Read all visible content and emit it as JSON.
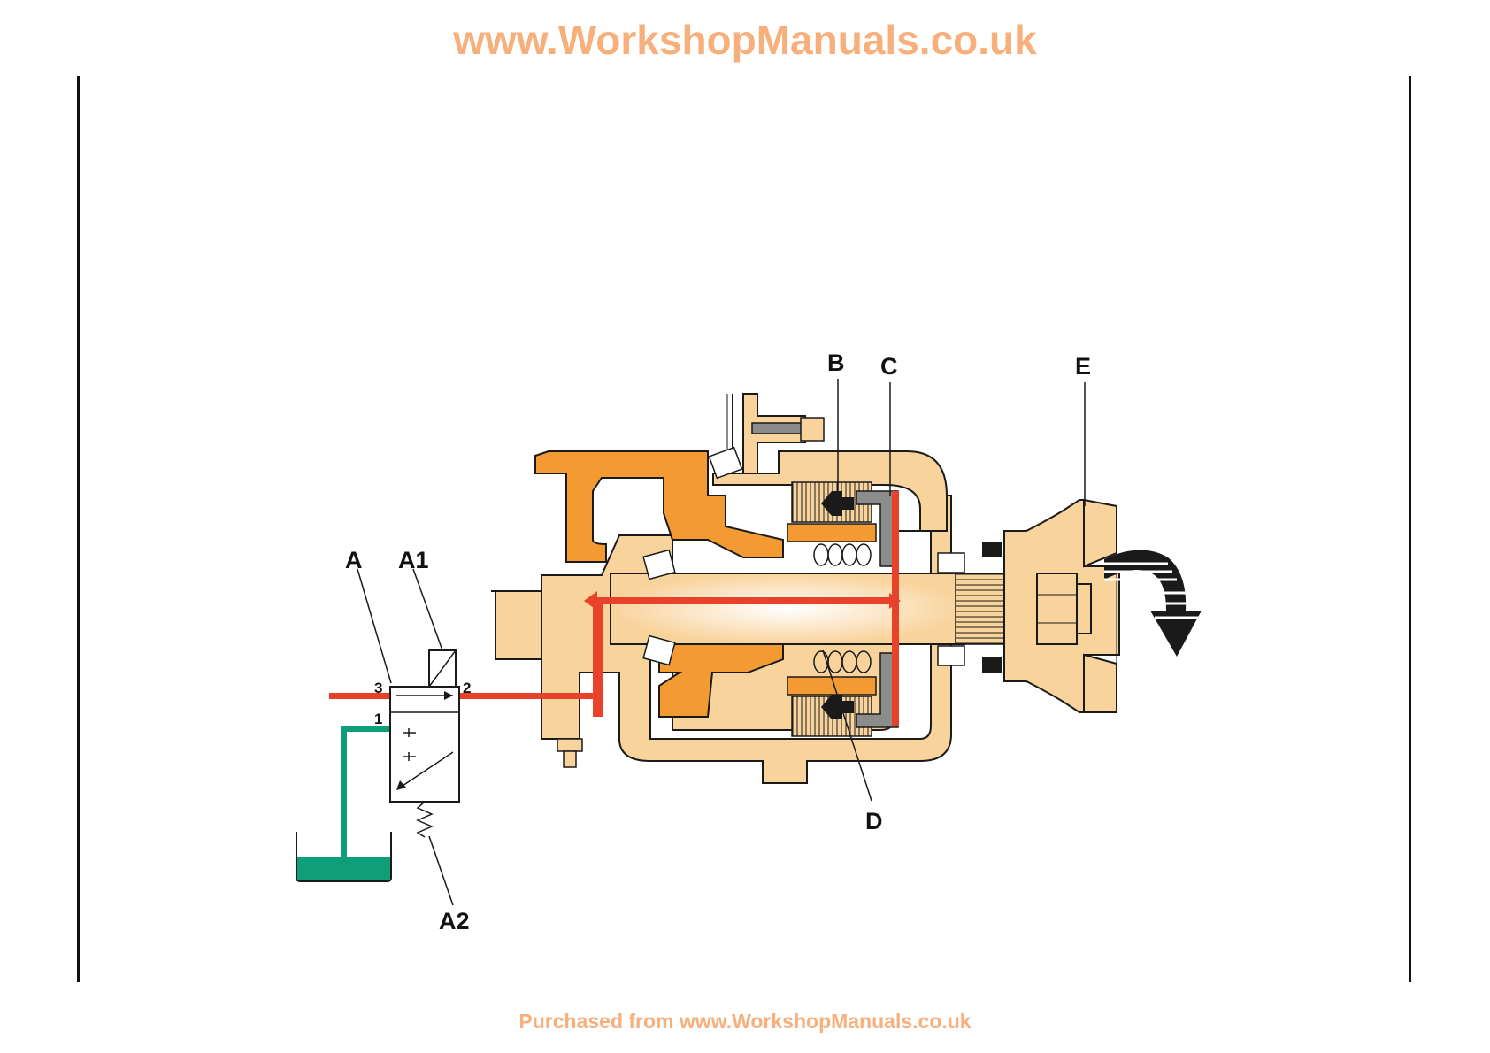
{
  "header": {
    "watermark_url": "www.WorkshopManuals.co.uk"
  },
  "footer": {
    "purchase_note": "Purchased from www.WorkshopManuals.co.uk"
  },
  "colors": {
    "watermark": "#f7b07c",
    "housing_light": "#f9d39c",
    "housing_dark": "#f39a33",
    "oil_pressure": "#e8432a",
    "oil_return": "#0e9e7a",
    "outline": "#1a1a1a",
    "piston_grey": "#8c8c8c"
  },
  "diagram": {
    "labels": {
      "A": "A",
      "A1": "A1",
      "A2": "A2",
      "B": "B",
      "C": "C",
      "D": "D",
      "E": "E"
    },
    "ports": {
      "p1": "1",
      "p2": "2",
      "p3": "3"
    },
    "icons": {
      "rotation_arrow": "curved-rotation-arrow-icon",
      "piston_arrow": "left-arrow-icon"
    }
  }
}
